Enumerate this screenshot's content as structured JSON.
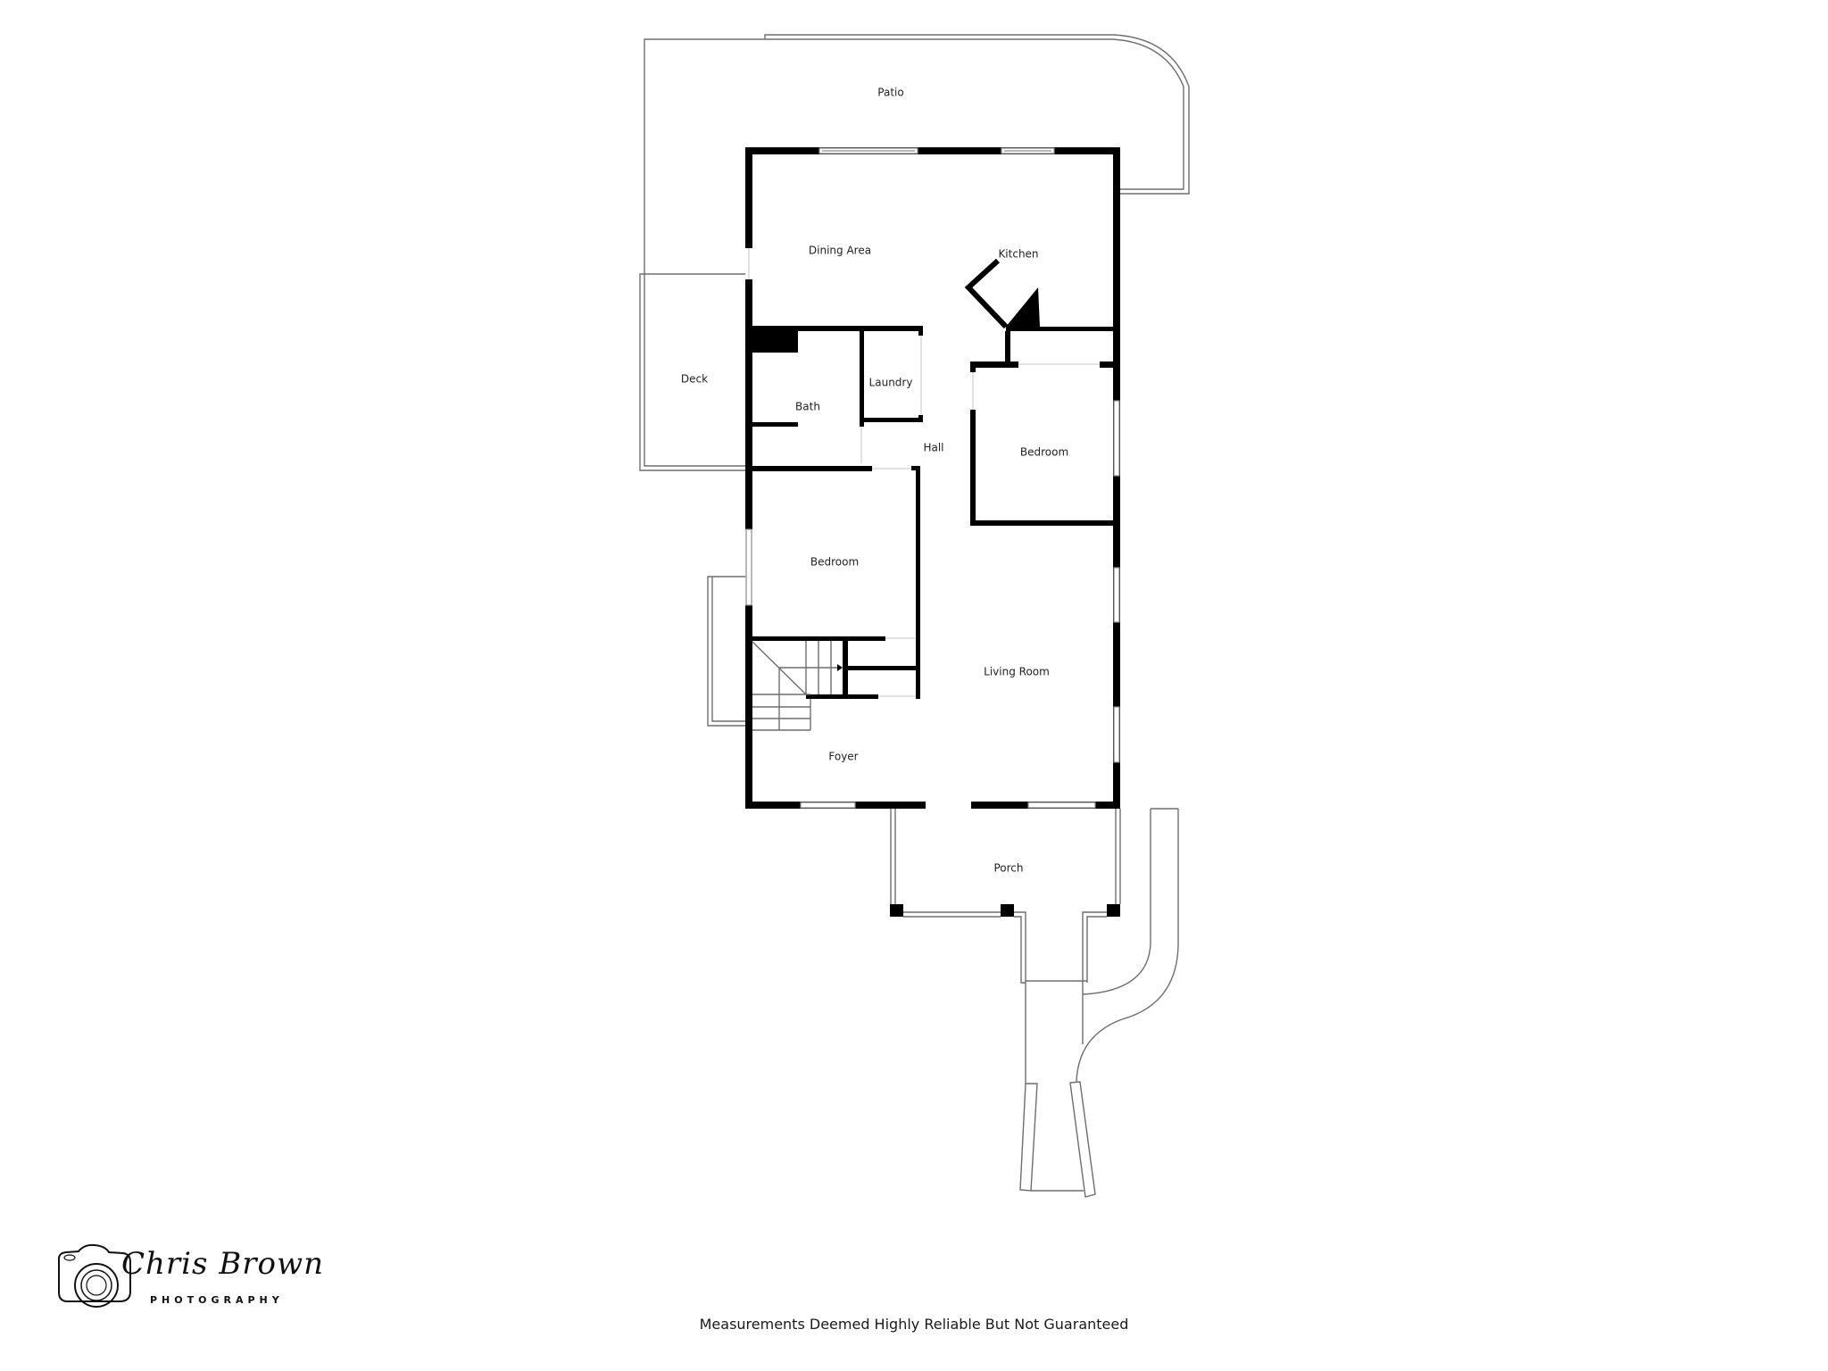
{
  "floorplan": {
    "rooms": {
      "patio": "Patio",
      "dining_area": "Dining Area",
      "kitchen": "Kitchen",
      "deck": "Deck",
      "bath": "Bath",
      "laundry": "Laundry",
      "hall": "Hall",
      "bedroom_right": "Bedroom",
      "bedroom_left": "Bedroom",
      "living_room": "Living Room",
      "foyer": "Foyer",
      "porch": "Porch"
    }
  },
  "branding": {
    "logo_name": "Chris Brown",
    "logo_subtitle": "PHOTOGRAPHY",
    "logo_icon": "camera-icon"
  },
  "footer": {
    "disclaimer": "Measurements Deemed Highly Reliable But Not Guaranteed"
  }
}
